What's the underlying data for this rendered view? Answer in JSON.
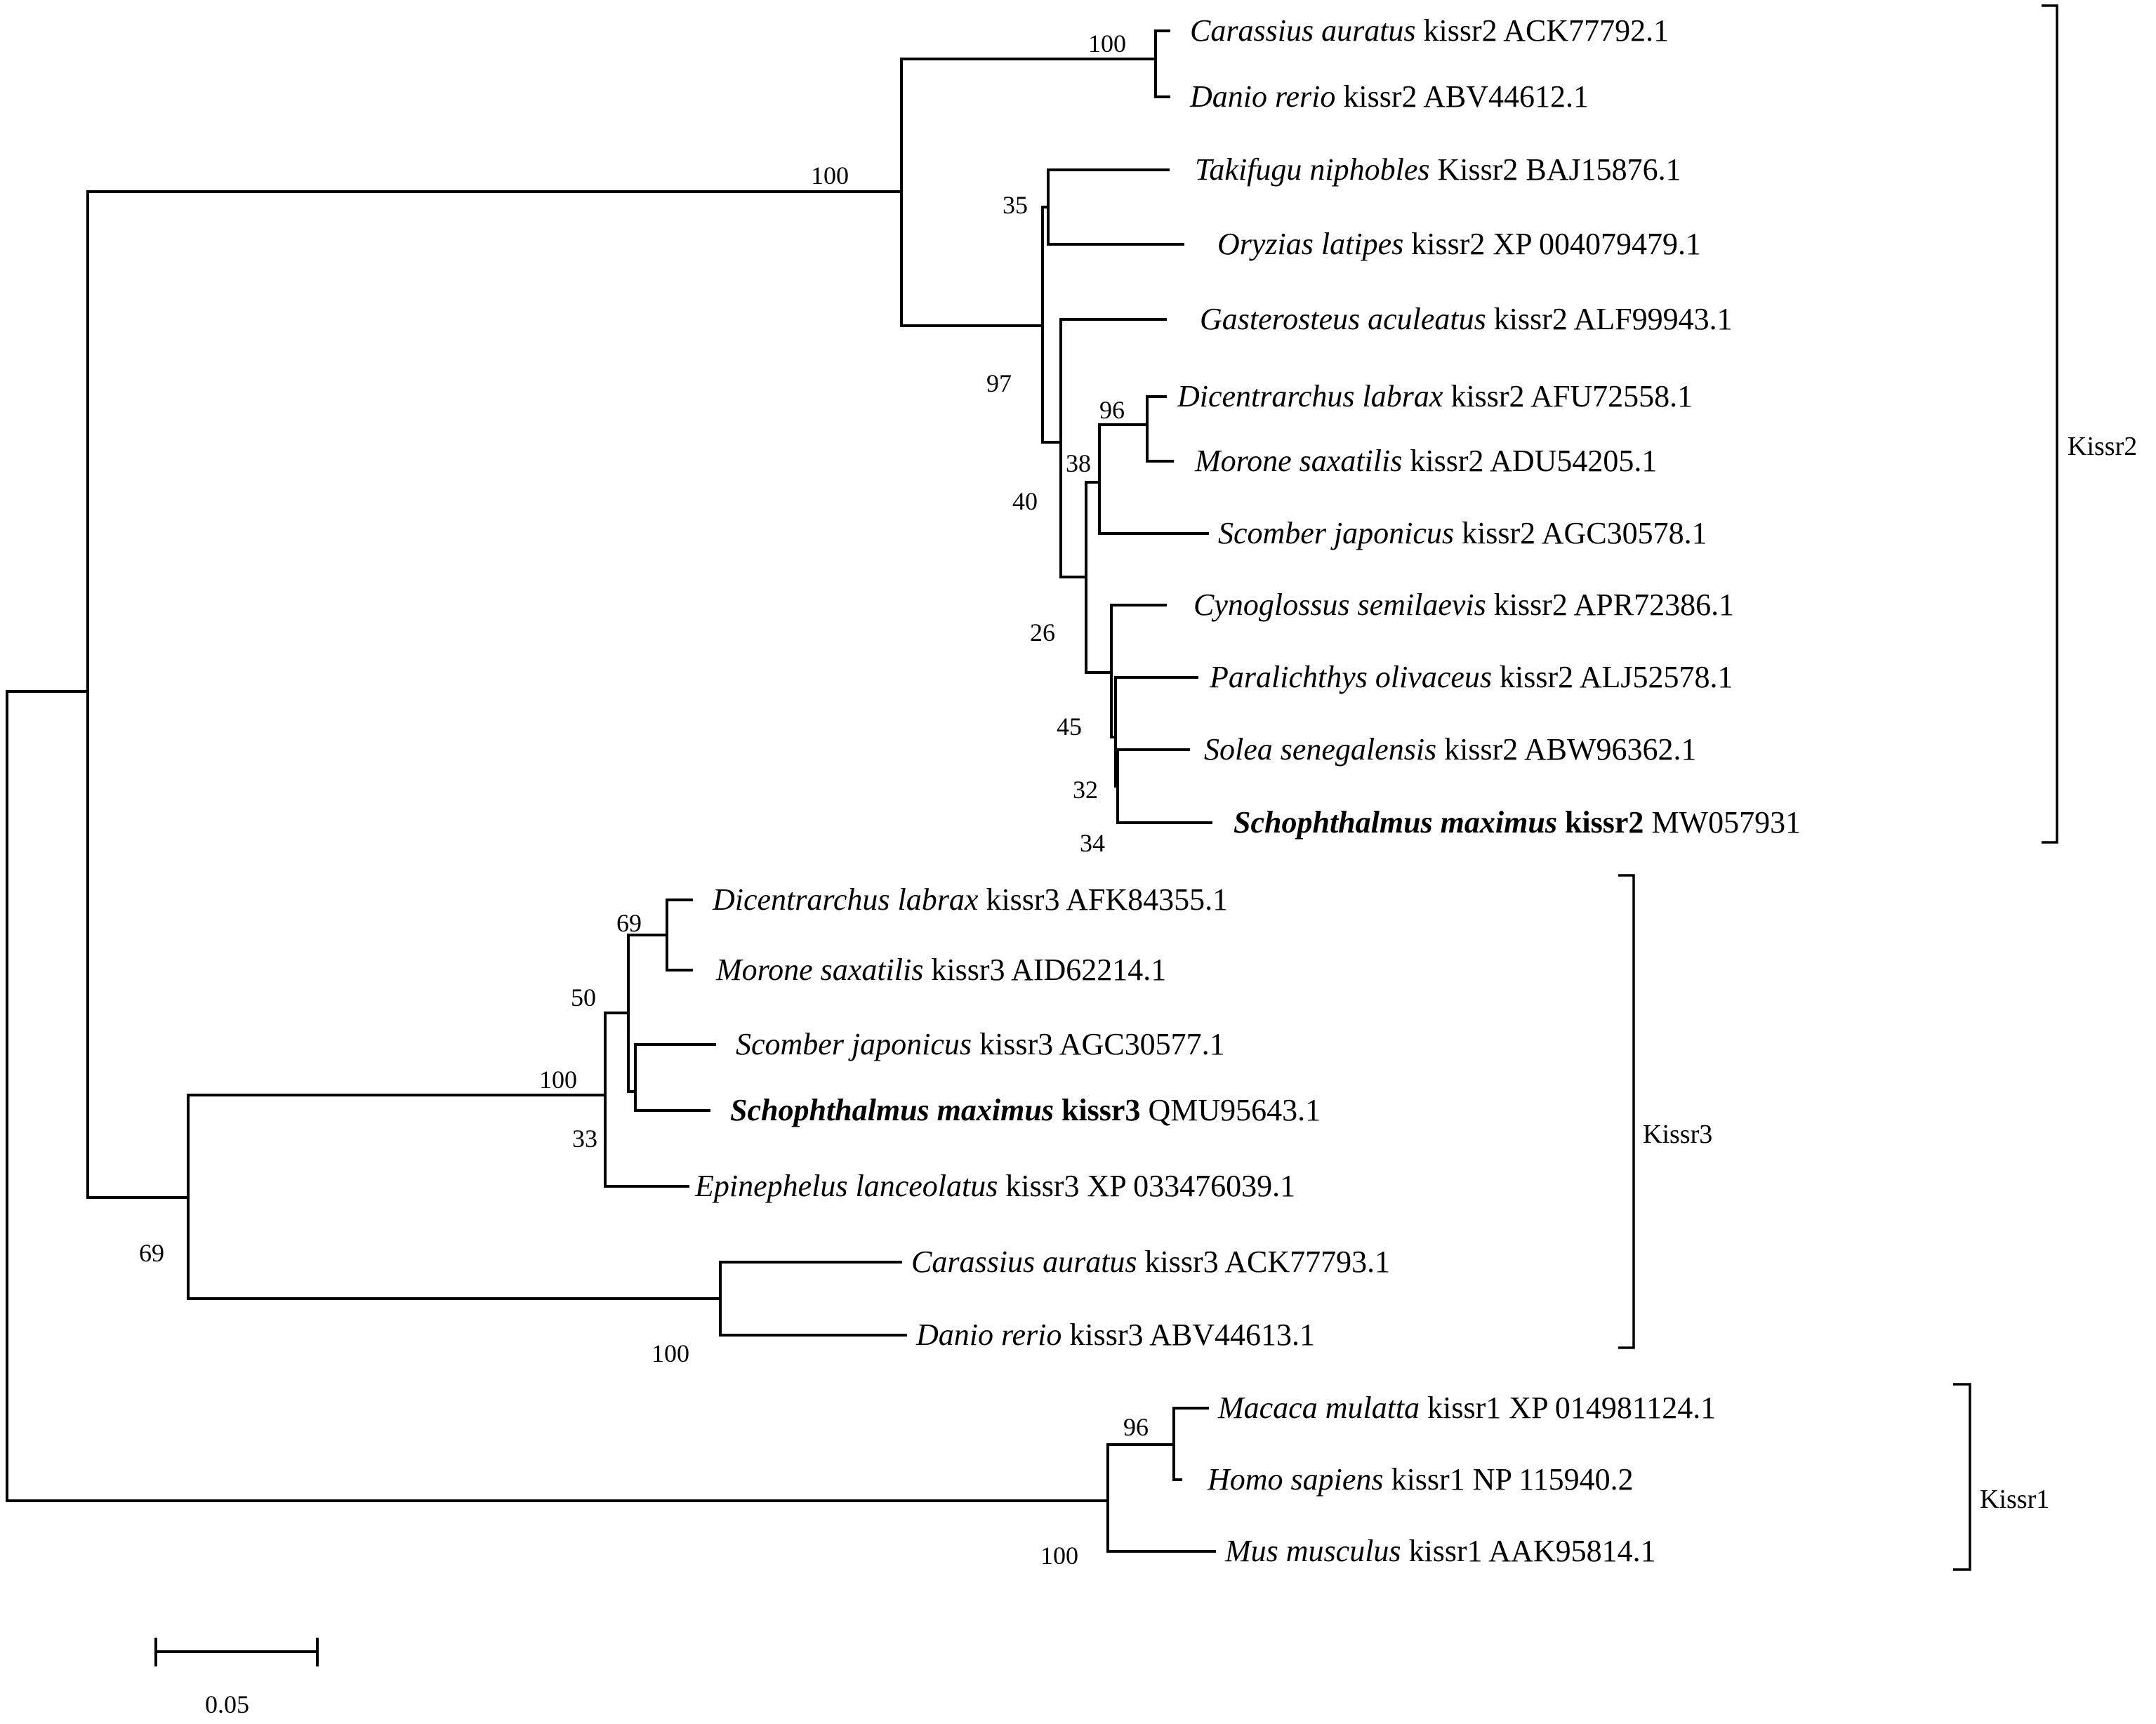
{
  "leaves": [
    {
      "species": "Carassius auratus",
      "gene": "kissr2",
      "acc": "ACK77792.1",
      "bold": false
    },
    {
      "species": "Danio rerio",
      "gene": "kissr2",
      "acc": "ABV44612.1",
      "bold": false
    },
    {
      "species": "Takifugu niphobles",
      "gene": "Kissr2",
      "acc": "BAJ15876.1",
      "bold": false
    },
    {
      "species": "Oryzias latipes",
      "gene": "kissr2",
      "acc": "XP 004079479.1",
      "bold": false
    },
    {
      "species": "Gasterosteus aculeatus",
      "gene": "kissr2",
      "acc": "ALF99943.1",
      "bold": false
    },
    {
      "species": "Dicentrarchus labrax",
      "gene": "kissr2",
      "acc": "AFU72558.1",
      "bold": false
    },
    {
      "species": "Morone saxatilis",
      "gene": "kissr2",
      "acc": "ADU54205.1",
      "bold": false
    },
    {
      "species": "Scomber japonicus",
      "gene": "kissr2",
      "acc": "AGC30578.1",
      "bold": false
    },
    {
      "species": "Cynoglossus semilaevis",
      "gene": "kissr2",
      "acc": "APR72386.1",
      "bold": false
    },
    {
      "species": "Paralichthys olivaceus",
      "gene": "kissr2",
      "acc": "ALJ52578.1",
      "bold": false
    },
    {
      "species": "Solea senegalensis",
      "gene": "kissr2",
      "acc": "ABW96362.1",
      "bold": false
    },
    {
      "species": "Schophthalmus maximus",
      "gene": "kissr2",
      "acc": "MW057931",
      "bold": true
    },
    {
      "species": "Dicentrarchus labrax",
      "gene": "kissr3",
      "acc": "AFK84355.1",
      "bold": false
    },
    {
      "species": "Morone saxatilis",
      "gene": "kissr3",
      "acc": "AID62214.1",
      "bold": false
    },
    {
      "species": "Scomber japonicus",
      "gene": "kissr3",
      "acc": "AGC30577.1",
      "bold": false
    },
    {
      "species": "Schophthalmus maximus",
      "gene": "kissr3",
      "acc": "QMU95643.1",
      "bold": true
    },
    {
      "species": "Epinephelus lanceolatus",
      "gene": "kissr3",
      "acc": "XP 033476039.1",
      "bold": false
    },
    {
      "species": "Carassius auratus",
      "gene": "kissr3",
      "acc": "ACK77793.1",
      "bold": false
    },
    {
      "species": "Danio rerio",
      "gene": "kissr3",
      "acc": "ABV44613.1",
      "bold": false
    },
    {
      "species": "Macaca mulatta",
      "gene": "kissr1",
      "acc": "XP 014981124.1",
      "bold": false
    },
    {
      "species": "Homo sapiens",
      "gene": "kissr1",
      "acc": "NP 115940.2",
      "bold": false
    },
    {
      "species": "Mus musculus",
      "gene": "kissr1",
      "acc": "AAK95814.1",
      "bold": false
    }
  ],
  "bootstrap": [
    "100",
    "100",
    "35",
    "97",
    "96",
    "38",
    "40",
    "26",
    "45",
    "32",
    "34",
    "69",
    "50",
    "100",
    "33",
    "69",
    "100",
    "96",
    "100"
  ],
  "clades": [
    "Kissr2",
    "Kissr3",
    "Kissr1"
  ],
  "scale_bar": {
    "value": 0.05,
    "label": "0.05"
  }
}
